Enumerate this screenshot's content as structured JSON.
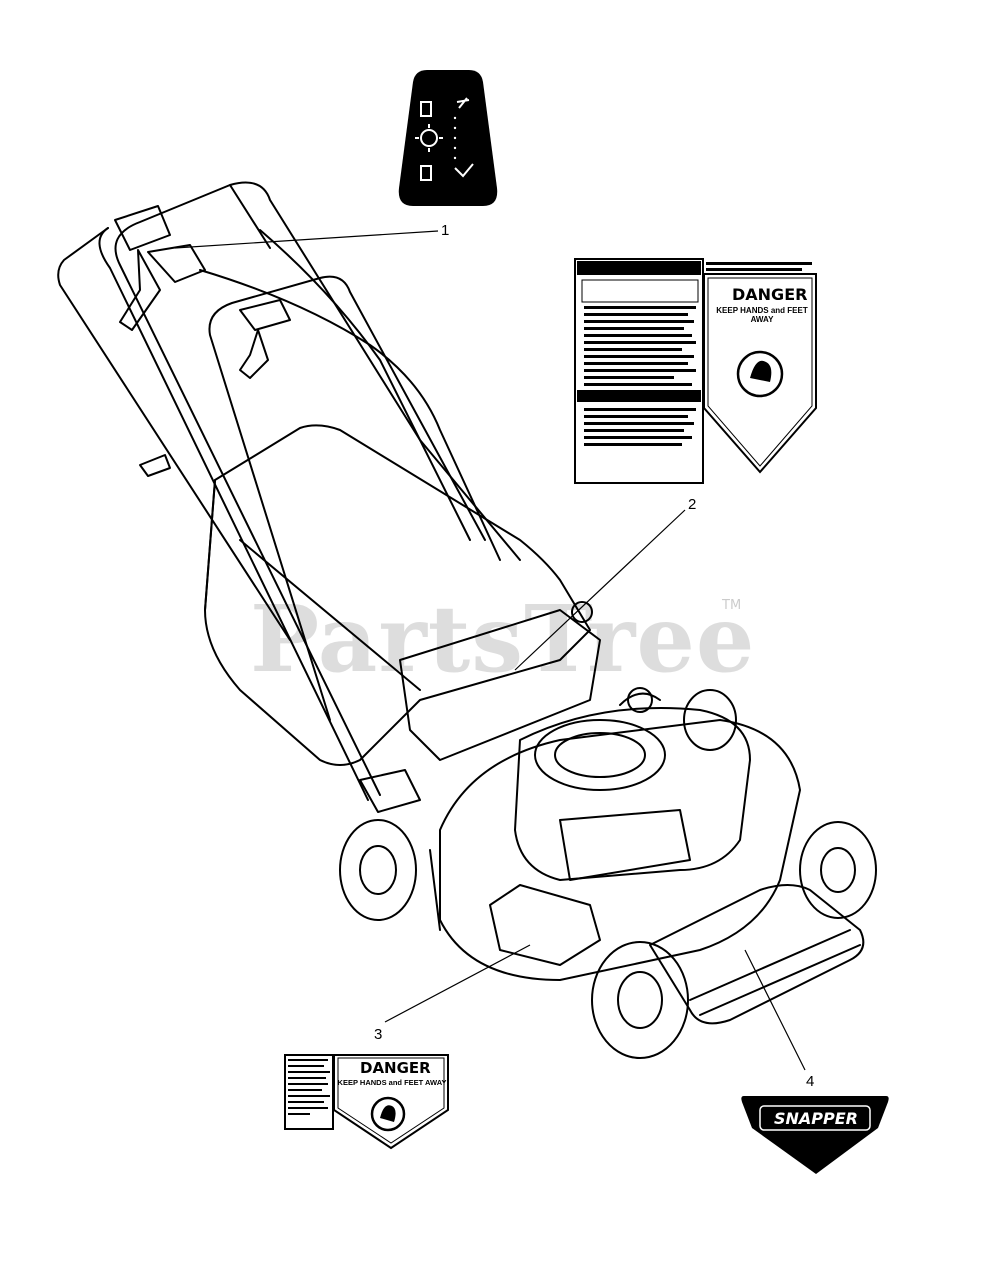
{
  "watermark": {
    "text": "PartsTree",
    "tm": "TM"
  },
  "callouts": [
    {
      "number": "1"
    },
    {
      "number": "2"
    },
    {
      "number": "3"
    },
    {
      "number": "4"
    }
  ],
  "decals": {
    "main_warning": {
      "danger_title": "DANGER",
      "danger_subtitle": "KEEP HANDS and FEET AWAY"
    },
    "small_warning": {
      "danger_title": "DANGER",
      "danger_subtitle": "KEEP HANDS and FEET AWAY"
    },
    "logo": {
      "brand": "SNAPPER"
    }
  },
  "icons": [
    "throttle-decal-icon",
    "hand-warning-icon",
    "lawn-mower-illustration"
  ],
  "colors": {
    "ink": "#000000",
    "paper": "#ffffff",
    "watermark": "#b5b5b5"
  }
}
